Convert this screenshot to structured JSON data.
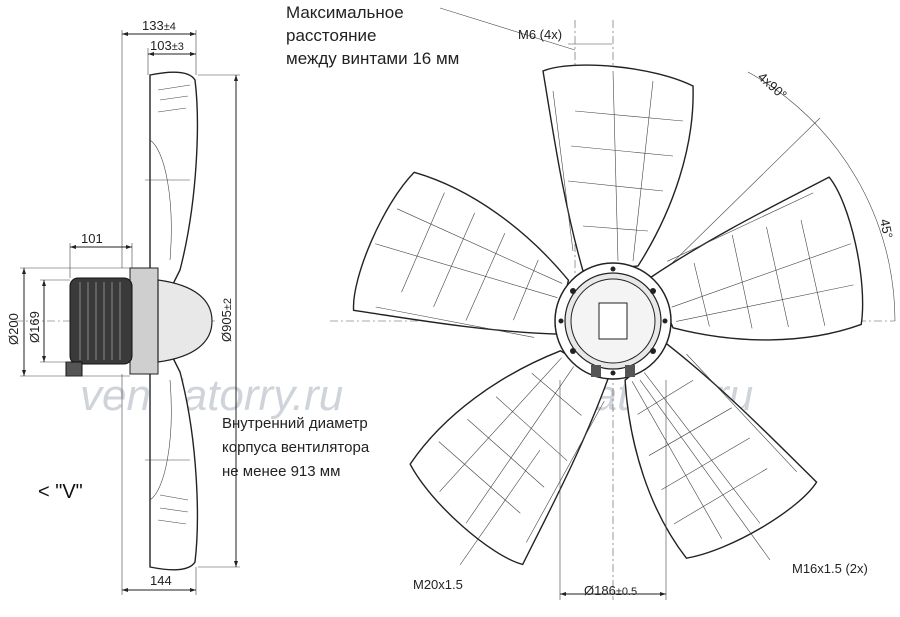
{
  "side_view": {
    "dim_133": "133",
    "dim_133_tol": "±4",
    "dim_103": "103",
    "dim_103_tol": "±3",
    "dim_101": "101",
    "dim_144": "144",
    "dim_d200": "Ø200",
    "dim_d169": "Ø169",
    "dim_d905": "Ø905",
    "dim_d905_tol": "±2",
    "view_label": "< \"V\""
  },
  "notes": {
    "screw_distance": [
      "Максимальное",
      "расстояние",
      "между винтами 16 мм"
    ],
    "housing_diameter": [
      "Внутренний диаметр",
      "корпуса вентилятора",
      "не менее 913 мм"
    ]
  },
  "front_view": {
    "m6": "M6 (4x)",
    "angle_4x90": "4x90°",
    "angle_45": "45°",
    "m16": "M16x1.5 (2x)",
    "m20": "M20x1.5",
    "d186": "Ø186",
    "d186_tol": "±0.5"
  },
  "watermark": [
    "ventilatorry.ru",
    "ventilatorry.ru"
  ]
}
